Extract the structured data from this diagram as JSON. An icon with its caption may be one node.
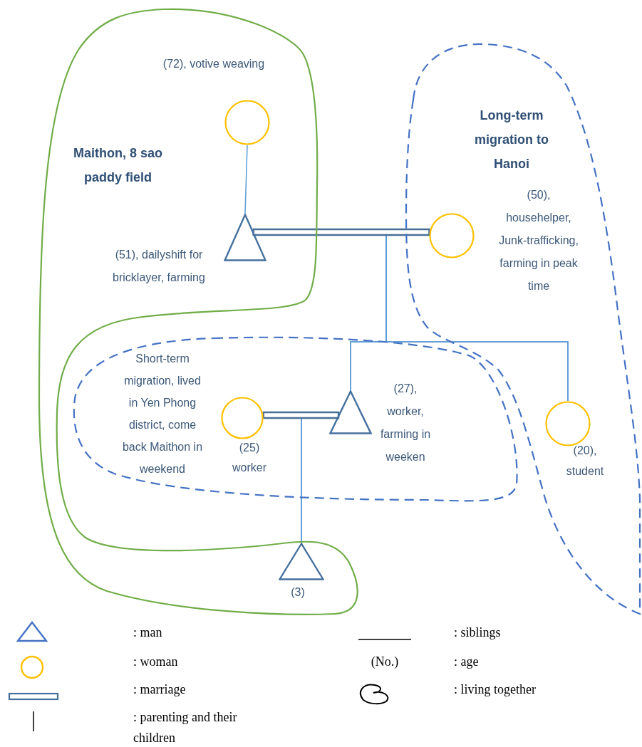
{
  "diagram": {
    "nodes": [
      {
        "text": [
          "Maithon, 8 sao paddy field"
        ]
      },
      {
        "text": [],
        "shape": "circle",
        "in": 0,
        "beside": [
          "(72), votive weaving"
        ]
      },
      {
        "text": [
          "Long-term migration to Hanoi"
        ]
      },
      {
        "text": [],
        "shape": "triangle",
        "in": 0,
        "beside": [
          "(51), dailyshift for bricklayer, farming"
        ]
      },
      {
        "text": [],
        "shape": "circle",
        "in": 2,
        "beside": [
          "(50), househelper, Junk-trafficking, farming in peak time"
        ]
      },
      {
        "text": [
          "Short-term migration, lived in Yen Phong district, come back Maithon in weekend"
        ]
      },
      {
        "text": [],
        "shape": "circle",
        "in": 5,
        "beside": [
          "(25) worker"
        ]
      },
      {
        "text": [],
        "shape": "triangle",
        "in": 5,
        "beside": [
          "(27), worker, farming in weeken"
        ]
      },
      {
        "text": [],
        "shape": "circle",
        "in": 2,
        "beside": [
          "(20), student"
        ]
      },
      {
        "text": [],
        "shape": "triangle",
        "in": 0,
        "beside": [
          "(3)"
        ]
      }
    ],
    "edges": [
      {
        "from": 1,
        "to": 3,
        "arrow": "none"
      },
      {
        "from": 3,
        "to": 4,
        "arrow": "none",
        "style": "thick"
      },
      {
        "from": 3,
        "to": 7,
        "arrow": "none"
      },
      {
        "from": 4,
        "to": 7,
        "arrow": "none"
      },
      {
        "from": 3,
        "to": 8,
        "arrow": "none"
      },
      {
        "from": 4,
        "to": 8,
        "arrow": "none"
      },
      {
        "from": 6,
        "to": 7,
        "arrow": "none",
        "style": "thick"
      },
      {
        "from": 6,
        "to": 9,
        "arrow": "none"
      },
      {
        "from": 7,
        "to": 9,
        "arrow": "none"
      }
    ],
    "labels": [
      "(No.)"
    ],
    "legend": [
      {
        "text": ": man"
      },
      {
        "text": ": woman"
      },
      {
        "text": ": marriage"
      },
      {
        "text": ": parenting and their children"
      },
      {
        "text": ": siblings"
      },
      {
        "text": ": age"
      },
      {
        "text": ": living together"
      }
    ]
  }
}
